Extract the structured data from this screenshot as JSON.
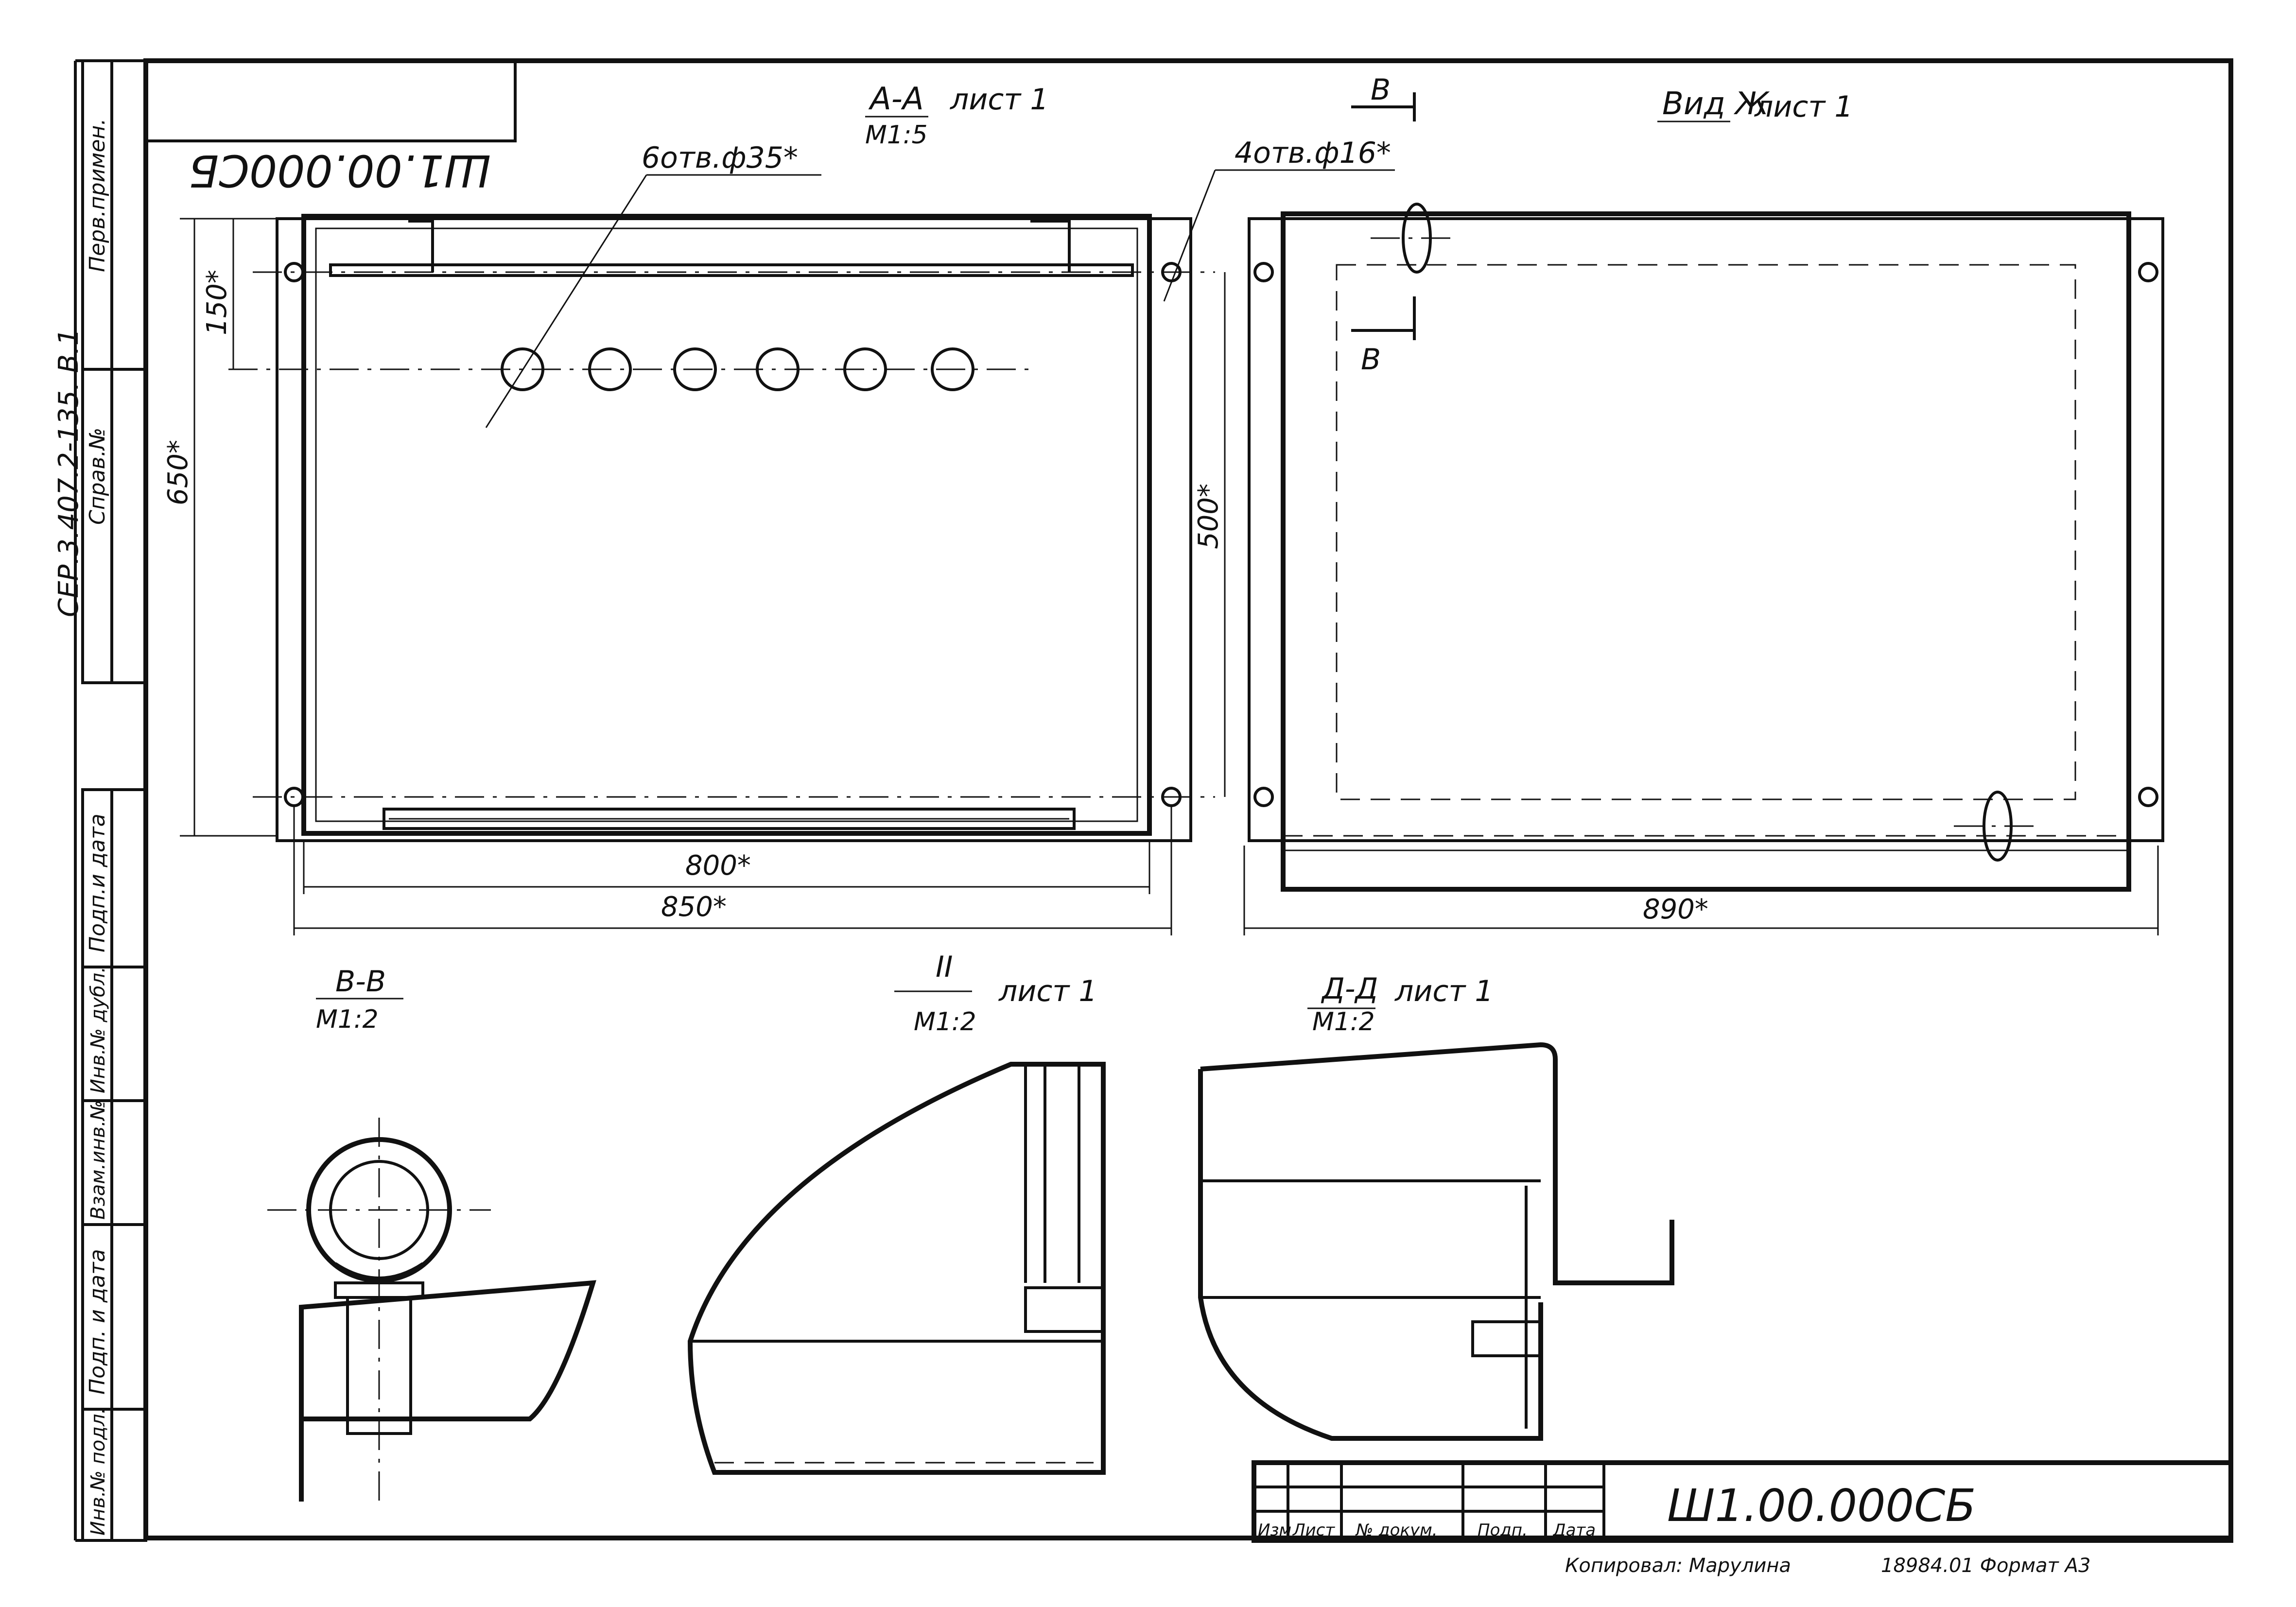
{
  "drawing": {
    "number": "Ш1.00.000СБ",
    "number_mirrored": "Ш1.00.000СБ",
    "series_ref": "СЕР.3.407.2-135. В.1",
    "copied_by": "Копировал: Марулина",
    "order_format": "18984.01 Формат А3"
  },
  "side_stamp": {
    "perv_primen": "Перв.примен.",
    "sprav_no": "Справ.№",
    "podp_data_1": "Подп.и дата",
    "inv_dubl": "Инв.№ дубл.",
    "vzam_inv": "Взам.инв.№",
    "podp_data_2": "Подп. и дата",
    "inv_podl": "Инв.№ подл."
  },
  "title_block": {
    "cols": [
      "Изм",
      "Лист",
      "№ докум.",
      "Подп.",
      "Дата"
    ]
  },
  "views": {
    "aa": {
      "title": "А-А",
      "sheet": "лист 1",
      "scale": "М1:5"
    },
    "zh": {
      "title": "Вид Ж",
      "sheet": "лист 1"
    },
    "vv": {
      "title": "В-В",
      "scale": "М1:2"
    },
    "ii": {
      "title": "II",
      "sheet": "лист 1",
      "scale": "М1:2"
    },
    "dd": {
      "title": "Д-Д",
      "sheet": "лист 1",
      "scale": "М1:2"
    }
  },
  "annotations": {
    "holes35": "6отв.ф35*",
    "holes16": "4отв.ф16*",
    "cut_b": "В"
  },
  "dimensions": {
    "d150": "150*",
    "d650": "650*",
    "d500": "500*",
    "d800": "800*",
    "d850": "850*",
    "d890": "890*"
  }
}
